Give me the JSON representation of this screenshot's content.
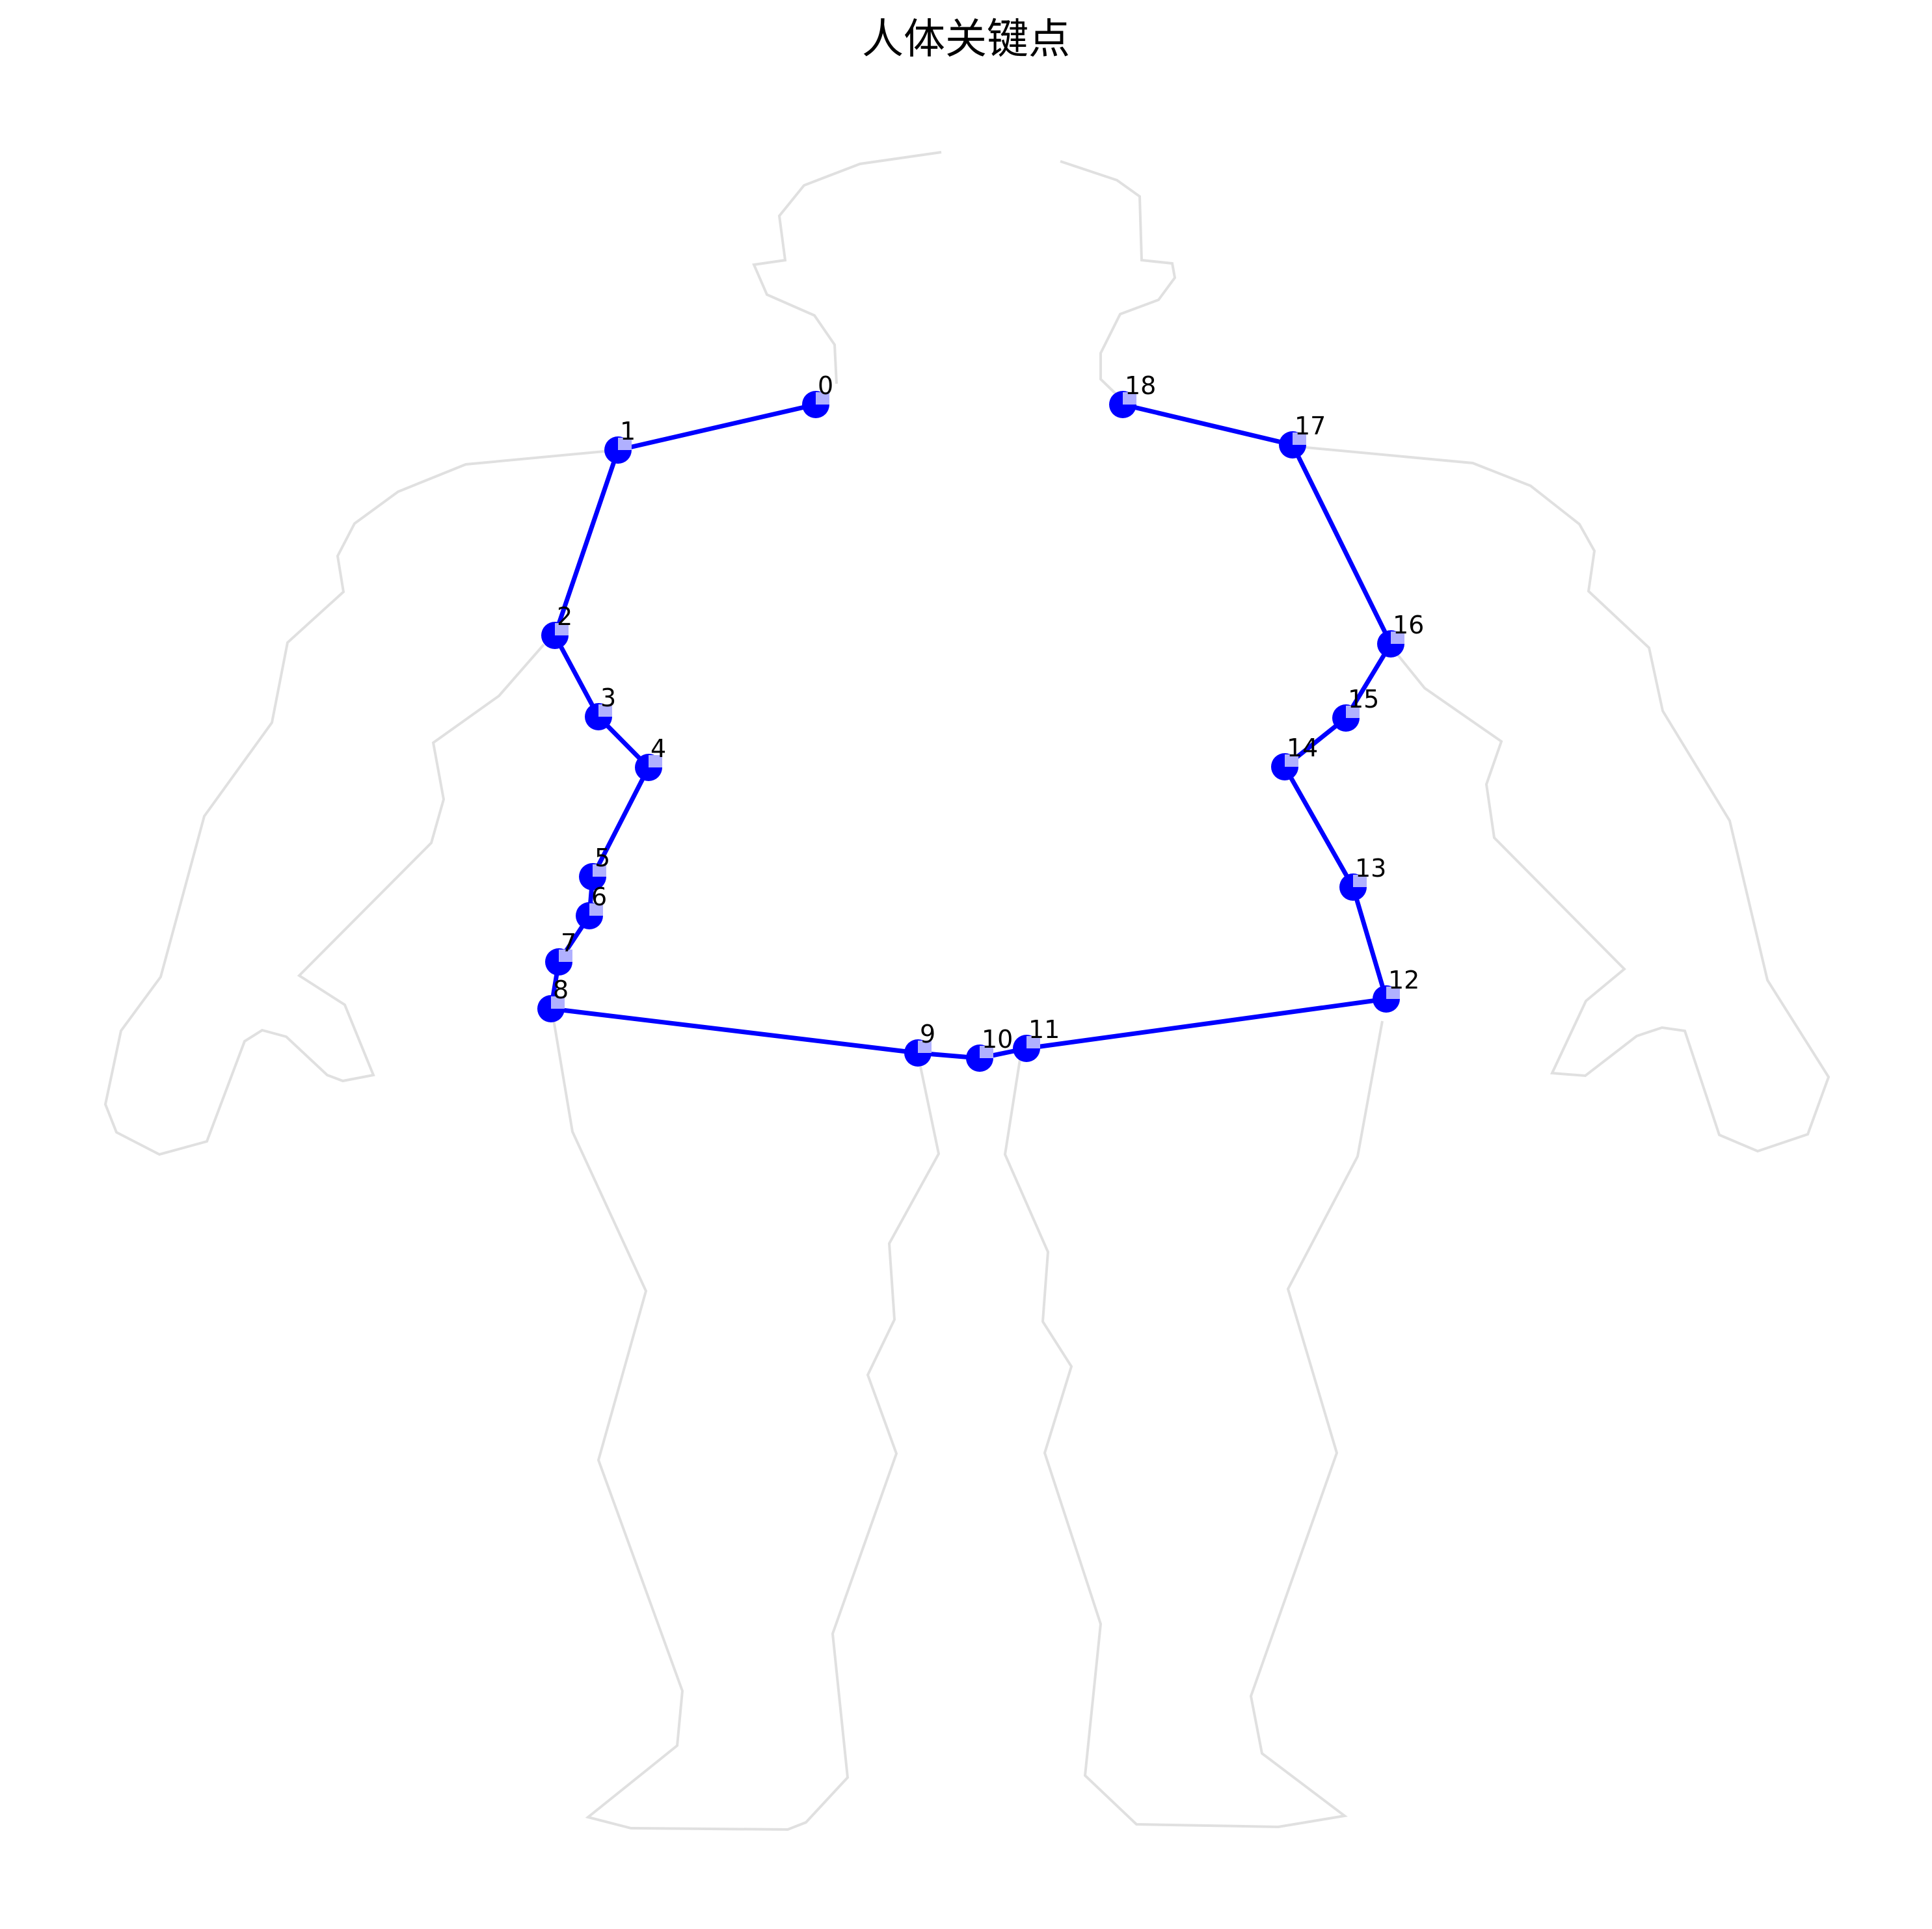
{
  "title": "人体关键点",
  "colors": {
    "keypoint": "#0000ff",
    "keypoint_highlight": "#b0b0ff",
    "edge": "#0000ff",
    "body_outline": "#e0e0e0",
    "background": "#ffffff"
  },
  "keypoints": [
    {
      "id": 0,
      "label": "0"
    },
    {
      "id": 1,
      "label": "1"
    },
    {
      "id": 2,
      "label": "2"
    },
    {
      "id": 3,
      "label": "3"
    },
    {
      "id": 4,
      "label": "4"
    },
    {
      "id": 5,
      "label": "5"
    },
    {
      "id": 6,
      "label": "6"
    },
    {
      "id": 7,
      "label": "7"
    },
    {
      "id": 8,
      "label": "8"
    },
    {
      "id": 9,
      "label": "9"
    },
    {
      "id": 10,
      "label": "10"
    },
    {
      "id": 11,
      "label": "11"
    },
    {
      "id": 12,
      "label": "12"
    },
    {
      "id": 13,
      "label": "13"
    },
    {
      "id": 14,
      "label": "14"
    },
    {
      "id": 15,
      "label": "15"
    },
    {
      "id": 16,
      "label": "16"
    },
    {
      "id": 17,
      "label": "17"
    },
    {
      "id": 18,
      "label": "18"
    }
  ],
  "edges": [
    [
      0,
      1
    ],
    [
      1,
      2
    ],
    [
      2,
      3
    ],
    [
      3,
      4
    ],
    [
      4,
      5
    ],
    [
      5,
      6
    ],
    [
      6,
      7
    ],
    [
      7,
      8
    ],
    [
      8,
      9
    ],
    [
      9,
      10
    ],
    [
      10,
      11
    ],
    [
      11,
      12
    ],
    [
      12,
      13
    ],
    [
      13,
      14
    ],
    [
      14,
      15
    ],
    [
      15,
      16
    ],
    [
      16,
      17
    ],
    [
      17,
      18
    ]
  ]
}
